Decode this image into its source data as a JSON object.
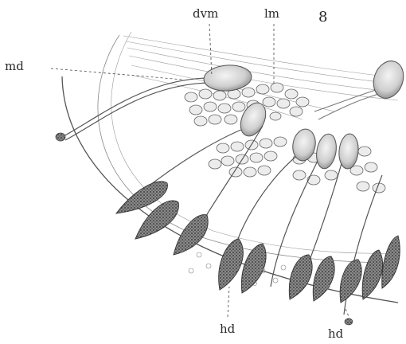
{
  "figure": {
    "number": "8",
    "labels": {
      "dvm": "dvm",
      "lm": "lm",
      "md": "md",
      "hd_left": "hd",
      "hd_right": "hd"
    }
  }
}
